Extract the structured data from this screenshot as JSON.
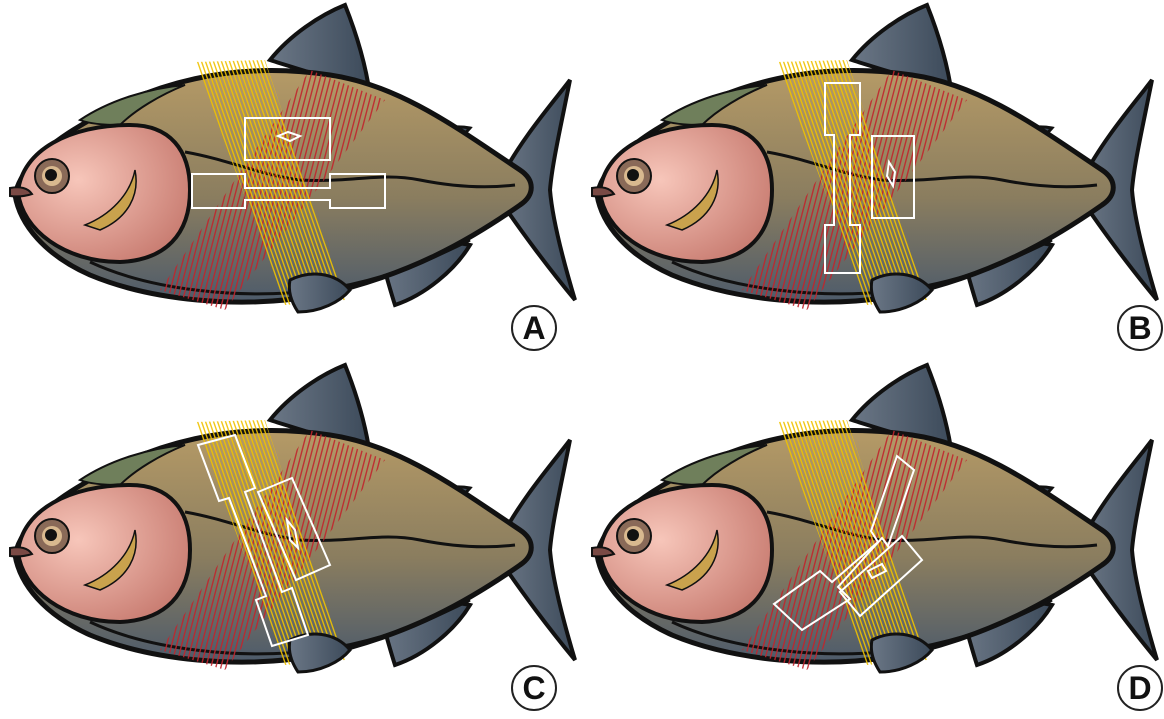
{
  "panels": [
    {
      "id": "panel-a",
      "label": "A"
    },
    {
      "id": "panel-b",
      "label": "B"
    },
    {
      "id": "panel-c",
      "label": "C"
    },
    {
      "id": "panel-d",
      "label": "D"
    }
  ],
  "colors": {
    "body_top": "#b59a66",
    "body_bottom": "#4d5b6b",
    "dorsal_green": "#6f7f5b",
    "head_pink": "#e9a799",
    "fin_dark": "#3c4a5a",
    "red_fibers": "#c0262e",
    "yellow_fibers": "#f0c200",
    "specimen_outline": "#ffffff",
    "outline": "#111111"
  },
  "icon_names": [
    "fish-icon",
    "red-fiber-band-icon",
    "yellow-fiber-band-icon",
    "dumbbell-specimen-icon",
    "rect-specimen-icon"
  ]
}
